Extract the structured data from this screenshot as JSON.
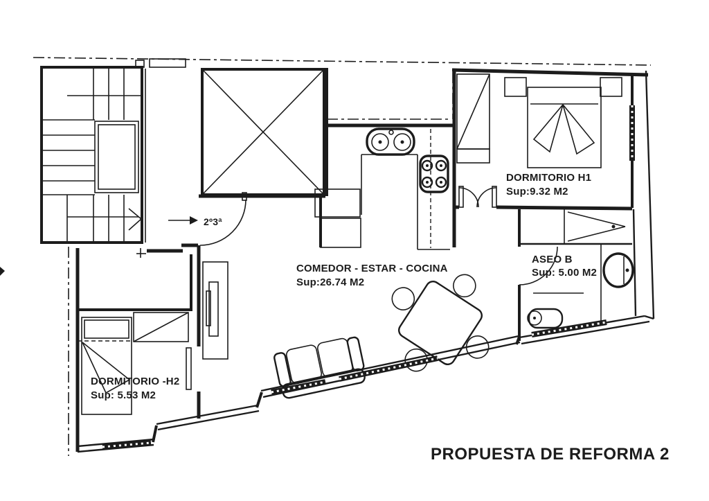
{
  "title": "PROPUESTA DE REFORMA 2",
  "entry": {
    "door_label": "2º3ª"
  },
  "rooms": {
    "h1": {
      "name": "DORMITORIO H1",
      "area": "Sup:9.32 M2"
    },
    "living": {
      "name": "COMEDOR - ESTAR - COCINA",
      "area": "Sup:26.74 M2"
    },
    "aseo": {
      "name": "ASEO B",
      "area": "Sup: 5.00 M2"
    },
    "h2": {
      "name": "DORMITORIO -H2",
      "area": "Sup: 5.53 M2"
    }
  },
  "colors": {
    "line": "#1c1c1c",
    "background": "#ffffff"
  }
}
